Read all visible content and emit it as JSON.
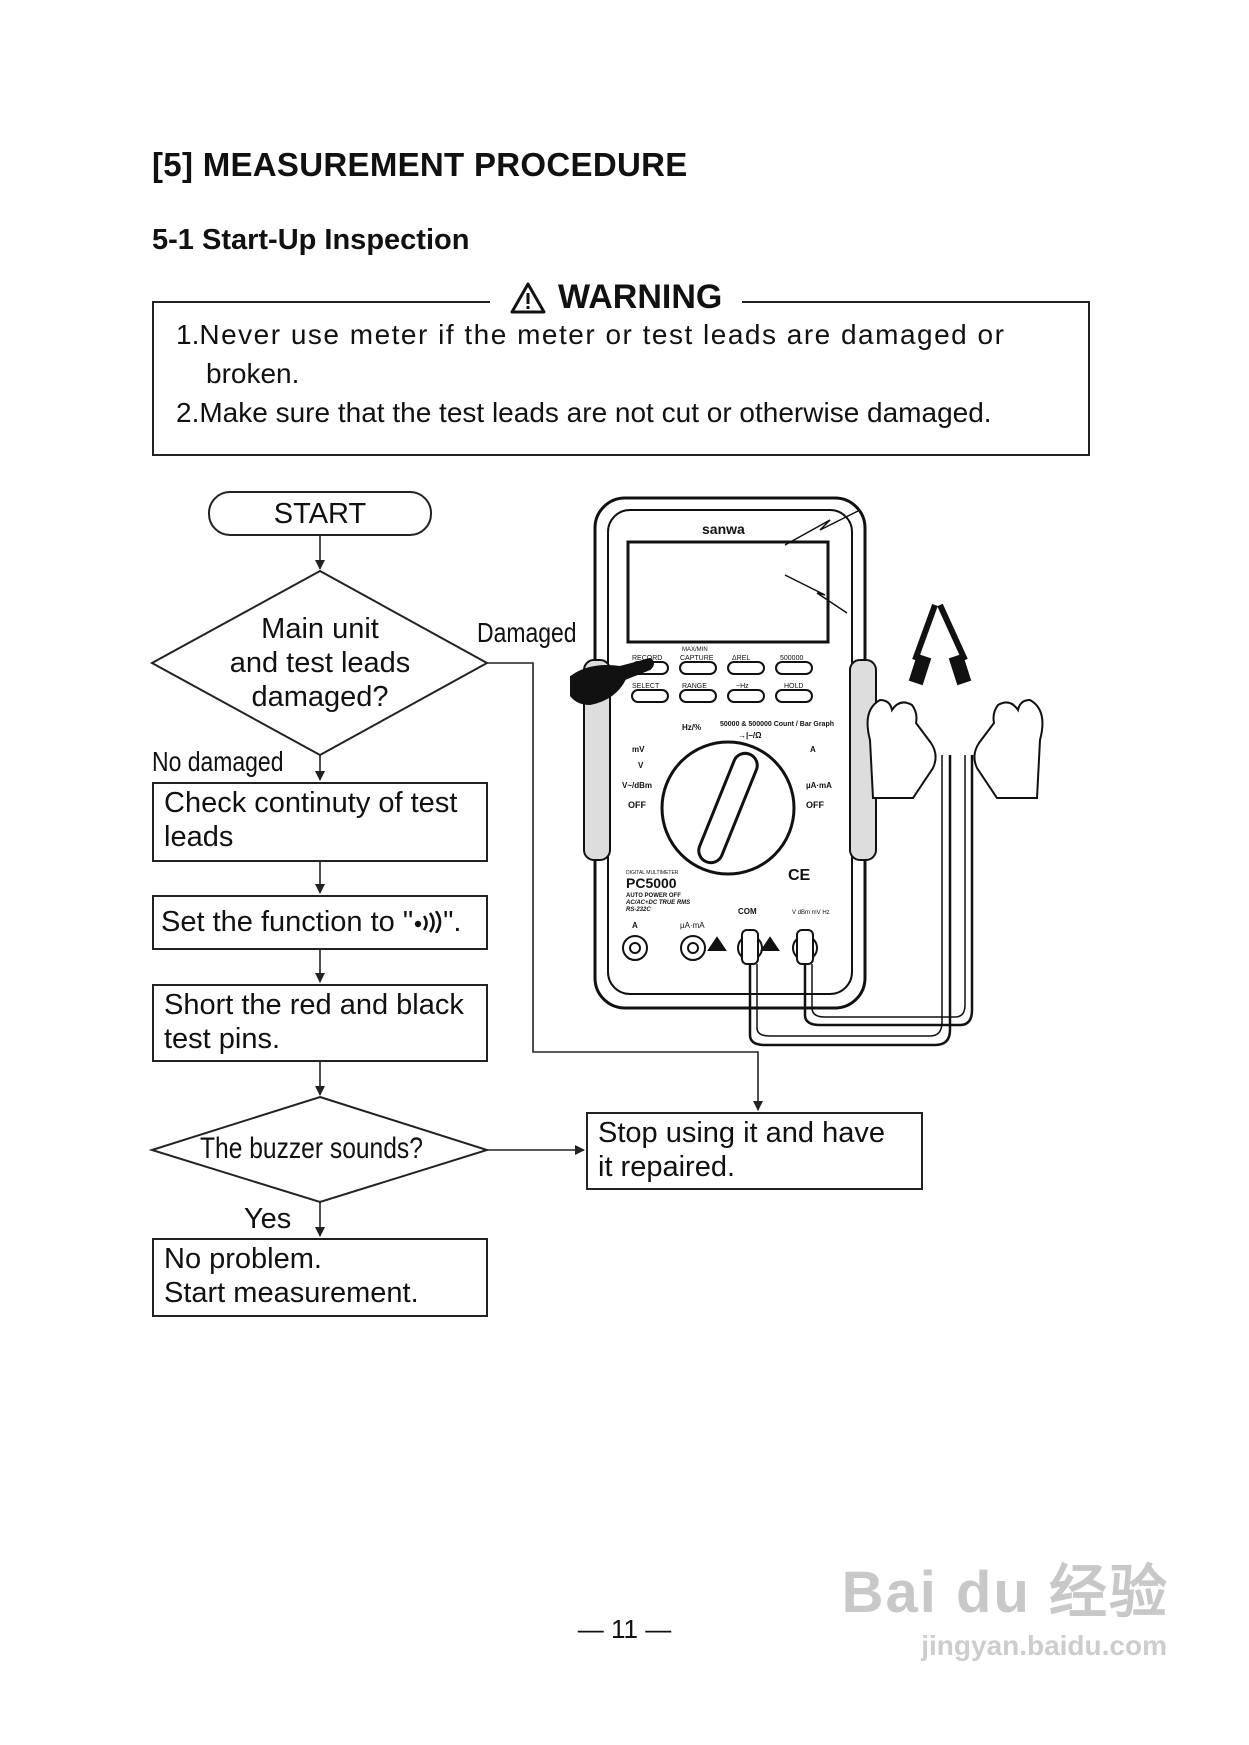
{
  "section_title": "[5]  MEASUREMENT PROCEDURE",
  "subsection_title": "5-1   Start-Up Inspection",
  "warning": {
    "title": "WARNING",
    "items": [
      {
        "num": "1.",
        "line1": "Never use meter if the meter or test leads are damaged or",
        "line2": "broken."
      },
      {
        "num": "2.",
        "line1": "Make sure that the test leads are not cut or otherwise damaged."
      }
    ]
  },
  "flowchart": {
    "start": "START",
    "decision1": {
      "line1": "Main unit",
      "line2": "and test leads",
      "line3": "damaged?"
    },
    "damaged_label": "Damaged",
    "no_damaged_label": "No damaged",
    "step1": {
      "line1": "Check continuty of test",
      "line2": "leads"
    },
    "step2": {
      "before": "Set the function to \"",
      "after": "\"."
    },
    "step3": {
      "line1": "Short the red and black",
      "line2": "test pins."
    },
    "decision2": "The buzzer sounds?",
    "yes_label": "Yes",
    "end": {
      "line1": "No problem.",
      "line2": "Start measurement."
    },
    "repair": {
      "line1": "Stop using it and have",
      "line2": "it repaired."
    }
  },
  "meter": {
    "brand": "sanwa",
    "model": "PC5000",
    "model_subtitle": "DIGITAL MULTIMETER",
    "features": [
      "AUTO POWER OFF",
      "AC/AC+DC TRUE RMS",
      "RS-232C"
    ],
    "buttons": [
      {
        "label": "RECORD"
      },
      {
        "label": "CAPTURE"
      },
      {
        "label": "ΔREL"
      },
      {
        "label": "500000"
      },
      {
        "label": "SELECT"
      },
      {
        "label": "RANGE"
      },
      {
        "label": "~Hz"
      },
      {
        "label": "HOLD"
      }
    ],
    "maxmin_label": "MAX/MIN",
    "count_label": "50000 & 500000 Count / Bar Graph",
    "dial_off_left": "OFF",
    "dial_off_right": "OFF",
    "dial_labels": [
      "mV",
      "V",
      "V~/dBm",
      "Hz/%",
      "→|−/Ω",
      "A",
      "µA·mA"
    ],
    "jacks": [
      "A",
      "µA·mA",
      "COM",
      "V dBm mV Hz"
    ],
    "ce_mark": "CE"
  },
  "page_number": "—  11  —",
  "watermark": {
    "brand": "Bai du 经验",
    "url": "jingyan.baidu.com"
  }
}
